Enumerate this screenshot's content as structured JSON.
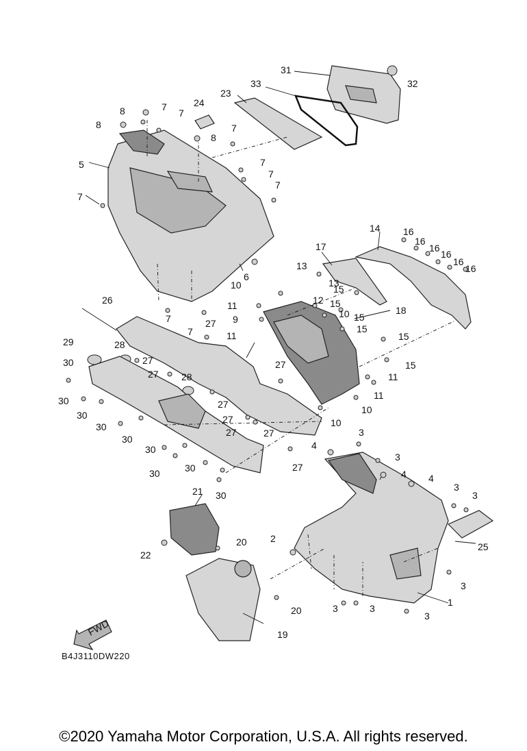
{
  "drawing_code": "B4J3110DW220",
  "copyright": "©2020 Yamaha Motor Corporation, U.S.A. All rights reserved.",
  "fwd_arrow_label": "FWD",
  "callouts": [
    "1",
    "2",
    "3",
    "4",
    "5",
    "6",
    "7",
    "8",
    "9",
    "10",
    "11",
    "12",
    "13",
    "14",
    "15",
    "16",
    "17",
    "18",
    "19",
    "20",
    "21",
    "22",
    "23",
    "24",
    "25",
    "26",
    "27",
    "28",
    "29",
    "30",
    "31",
    "32",
    "33"
  ]
}
